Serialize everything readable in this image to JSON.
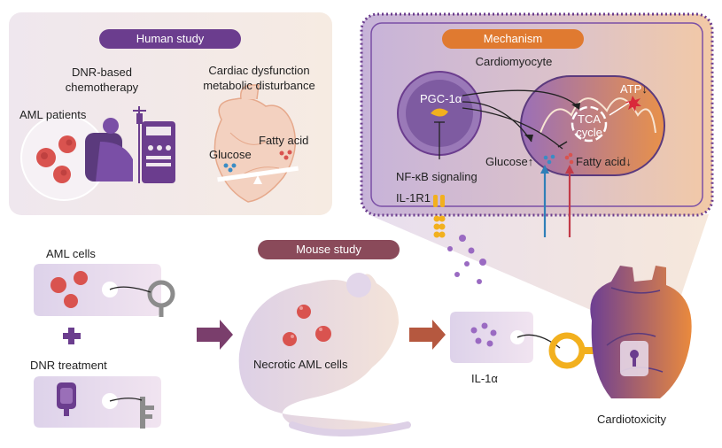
{
  "human_study": {
    "title": "Human study",
    "dnr_line1": "DNR-based",
    "dnr_line2": "chemotherapy",
    "aml_patients": "AML patients",
    "cardiac_line1": "Cardiac dysfunction",
    "cardiac_line2": "metabolic disturbance",
    "glucose": "Glucose",
    "fatty_acid": "Fatty acid"
  },
  "mechanism": {
    "title": "Mechanism",
    "cardiomyocyte": "Cardiomyocyte",
    "pgc1a": "PGC-1α",
    "tca_line1": "TCA",
    "tca_line2": "cycle",
    "atp": "ATP",
    "glucose": "Glucose",
    "fatty_acid": "Fatty acid",
    "nfkb": "NF-κB signaling",
    "il1r1": "IL-1R1"
  },
  "mouse_study": {
    "title": "Mouse study",
    "aml_cells": "AML cells",
    "dnr_treatment": "DNR treatment",
    "necrotic": "Necrotic AML cells",
    "il1a": "IL-1α",
    "cardiotoxicity": "Cardiotoxicity"
  },
  "colors": {
    "human_pill": "#6b3d8e",
    "mechanism_pill": "#e07a30",
    "mouse_pill": "#8a4a5a",
    "cell_red": "#d9534f",
    "purple": "#7a4fa6",
    "orange": "#e8853b",
    "key_gold": "#f2b01e"
  }
}
